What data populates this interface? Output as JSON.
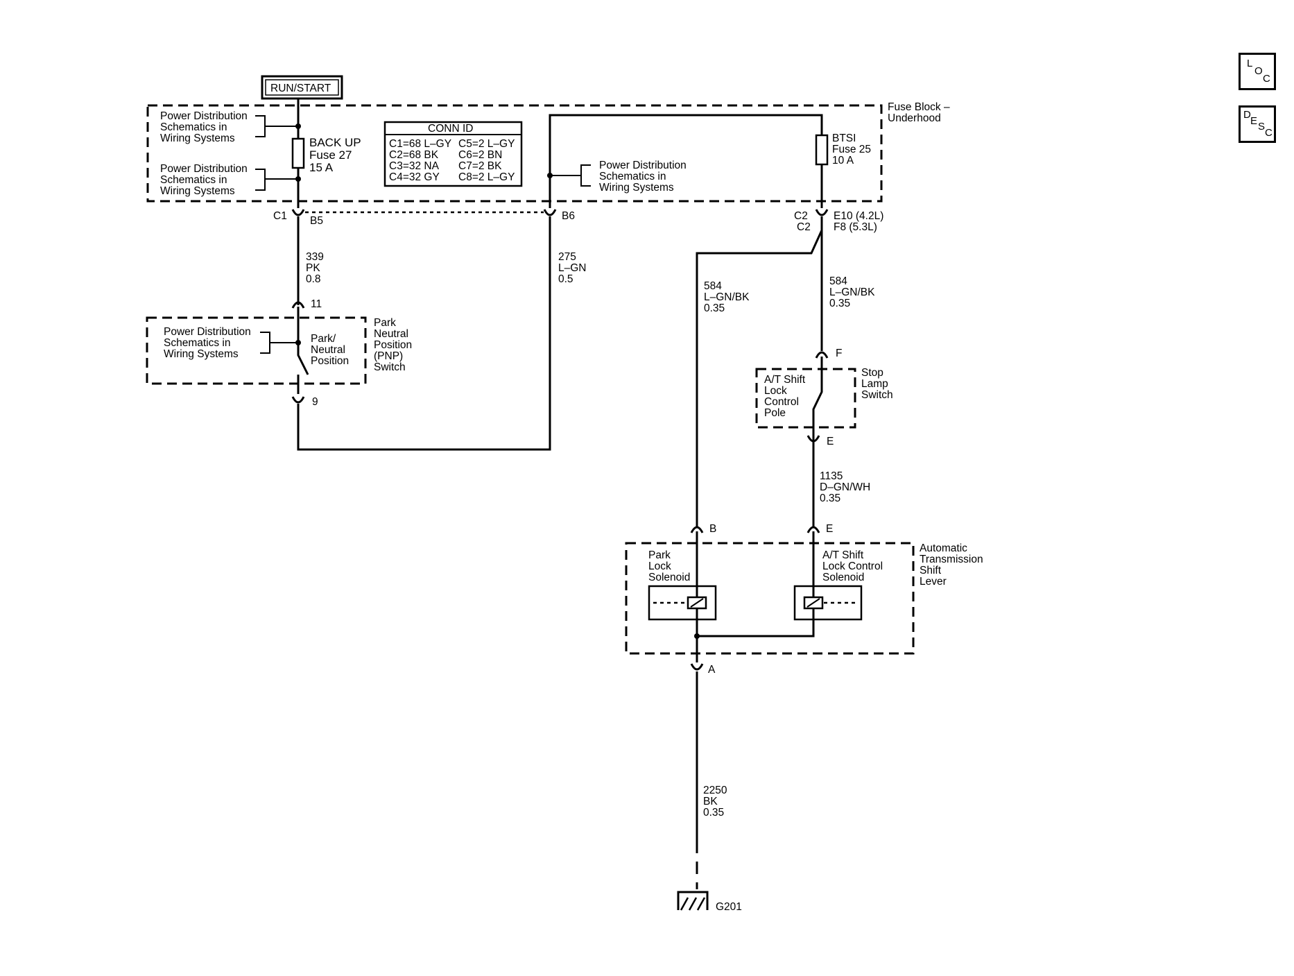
{
  "nav": {
    "loc": [
      "L",
      "O",
      "C"
    ],
    "desc": [
      "D",
      "E",
      "S",
      "C"
    ]
  },
  "run_start": "RUN/START",
  "fuse_block_label": [
    "Fuse Block –",
    "Underhood"
  ],
  "power_dist": [
    "Power Distribution",
    "Schematics in",
    "Wiring Systems"
  ],
  "backup_fuse": [
    "BACK UP",
    "Fuse 27",
    "15 A"
  ],
  "btsi_fuse": [
    "BTSI",
    "Fuse 25",
    "10 A"
  ],
  "conn_id": {
    "title": "CONN ID",
    "left": [
      "C1=68 L–GY",
      "C2=68 BK",
      "C3=32 NA",
      "C4=32 GY"
    ],
    "right": [
      "C5=2 L–GY",
      "C6=2 BN",
      "C7=2 BK",
      "C8=2 L–GY"
    ]
  },
  "pins": {
    "c1": "C1",
    "b5": "B5",
    "b6": "B6",
    "c2a": "C2",
    "c2b": "C2",
    "e10": "E10 (4.2L)",
    "f8": "F8 (5.3L)",
    "p11": "11",
    "p9": "9",
    "pf": "F",
    "pe1": "E",
    "pe2": "E",
    "pb": "B",
    "pa": "A"
  },
  "wires": {
    "w339": [
      "339",
      "PK",
      "0.8"
    ],
    "w275": [
      "275",
      "L–GN",
      "0.5"
    ],
    "w584a": [
      "584",
      "L–GN/BK",
      "0.35"
    ],
    "w584b": [
      "584",
      "L–GN/BK",
      "0.35"
    ],
    "w1135": [
      "1135",
      "D–GN/WH",
      "0.35"
    ],
    "w2250": [
      "2250",
      "BK",
      "0.35"
    ]
  },
  "pnp_switch": {
    "inner": [
      "Park/",
      "Neutral",
      "Position"
    ],
    "label": [
      "Park",
      "Neutral",
      "Position",
      "(PNP)",
      "Switch"
    ]
  },
  "stop_lamp": {
    "inner": [
      "A/T Shift",
      "Lock",
      "Control",
      "Pole"
    ],
    "label": [
      "Stop",
      "Lamp",
      "Switch"
    ]
  },
  "shift_lever": {
    "park_lock": [
      "Park",
      "Lock",
      "Solenoid"
    ],
    "at_shift": [
      "A/T Shift",
      "Lock Control",
      "Solenoid"
    ],
    "label": [
      "Automatic",
      "Transmission",
      "Shift",
      "Lever"
    ]
  },
  "ground": "G201"
}
